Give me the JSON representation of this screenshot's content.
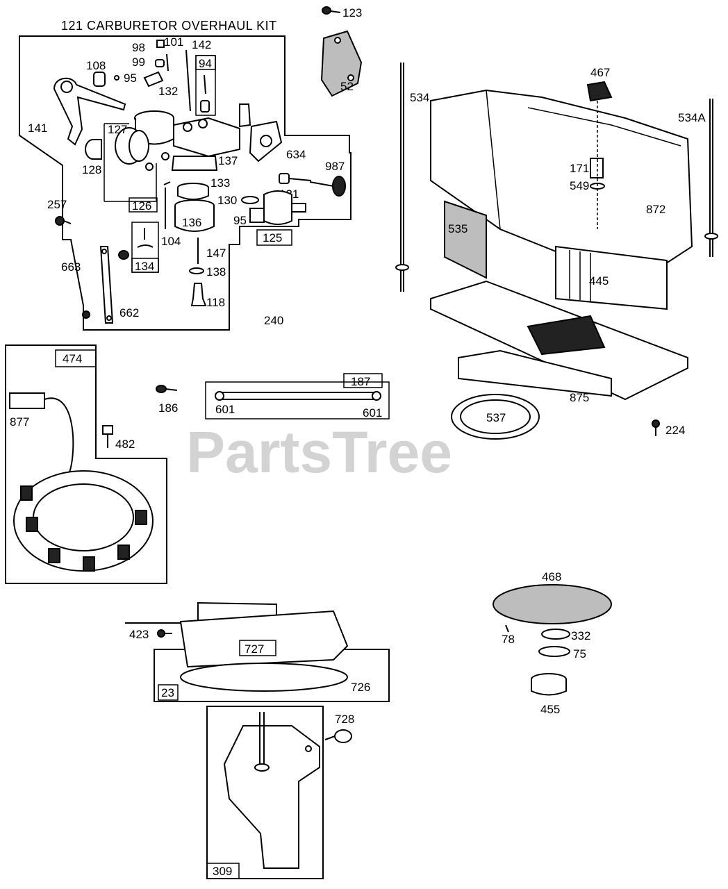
{
  "title": "121 CARBURETOR OVERHAUL KIT",
  "watermark": "PartsTree",
  "labels": {
    "l123": "123",
    "l98": "98",
    "l101": "101",
    "l142": "142",
    "l108": "108",
    "l99": "99",
    "l94": "94",
    "l95a": "95",
    "l52": "52",
    "l132": "132",
    "l534": "534",
    "l467": "467",
    "l534a": "534A",
    "l141": "141",
    "l127": "127",
    "l634": "634",
    "l987": "987",
    "l137": "137",
    "l128": "128",
    "l171": "171",
    "l549": "549",
    "l131": "131",
    "l133": "133",
    "l257": "257",
    "l126": "126",
    "l130": "130",
    "l872": "872",
    "l535": "535",
    "l136": "136",
    "l95b": "95",
    "l104": "104",
    "l125": "125",
    "l147": "147",
    "l663": "663",
    "l134": "134",
    "l445": "445",
    "l138": "138",
    "l118": "118",
    "l662": "662",
    "l240": "240",
    "l474": "474",
    "l187": "187",
    "l186": "186",
    "l601a": "601",
    "l601b": "601",
    "l875": "875",
    "l877": "877",
    "l537": "537",
    "l224": "224",
    "l482": "482",
    "l468": "468",
    "l423": "423",
    "l727": "727",
    "l78": "78",
    "l332": "332",
    "l75": "75",
    "l23": "23",
    "l726": "726",
    "l455": "455",
    "l728": "728",
    "l309": "309"
  }
}
